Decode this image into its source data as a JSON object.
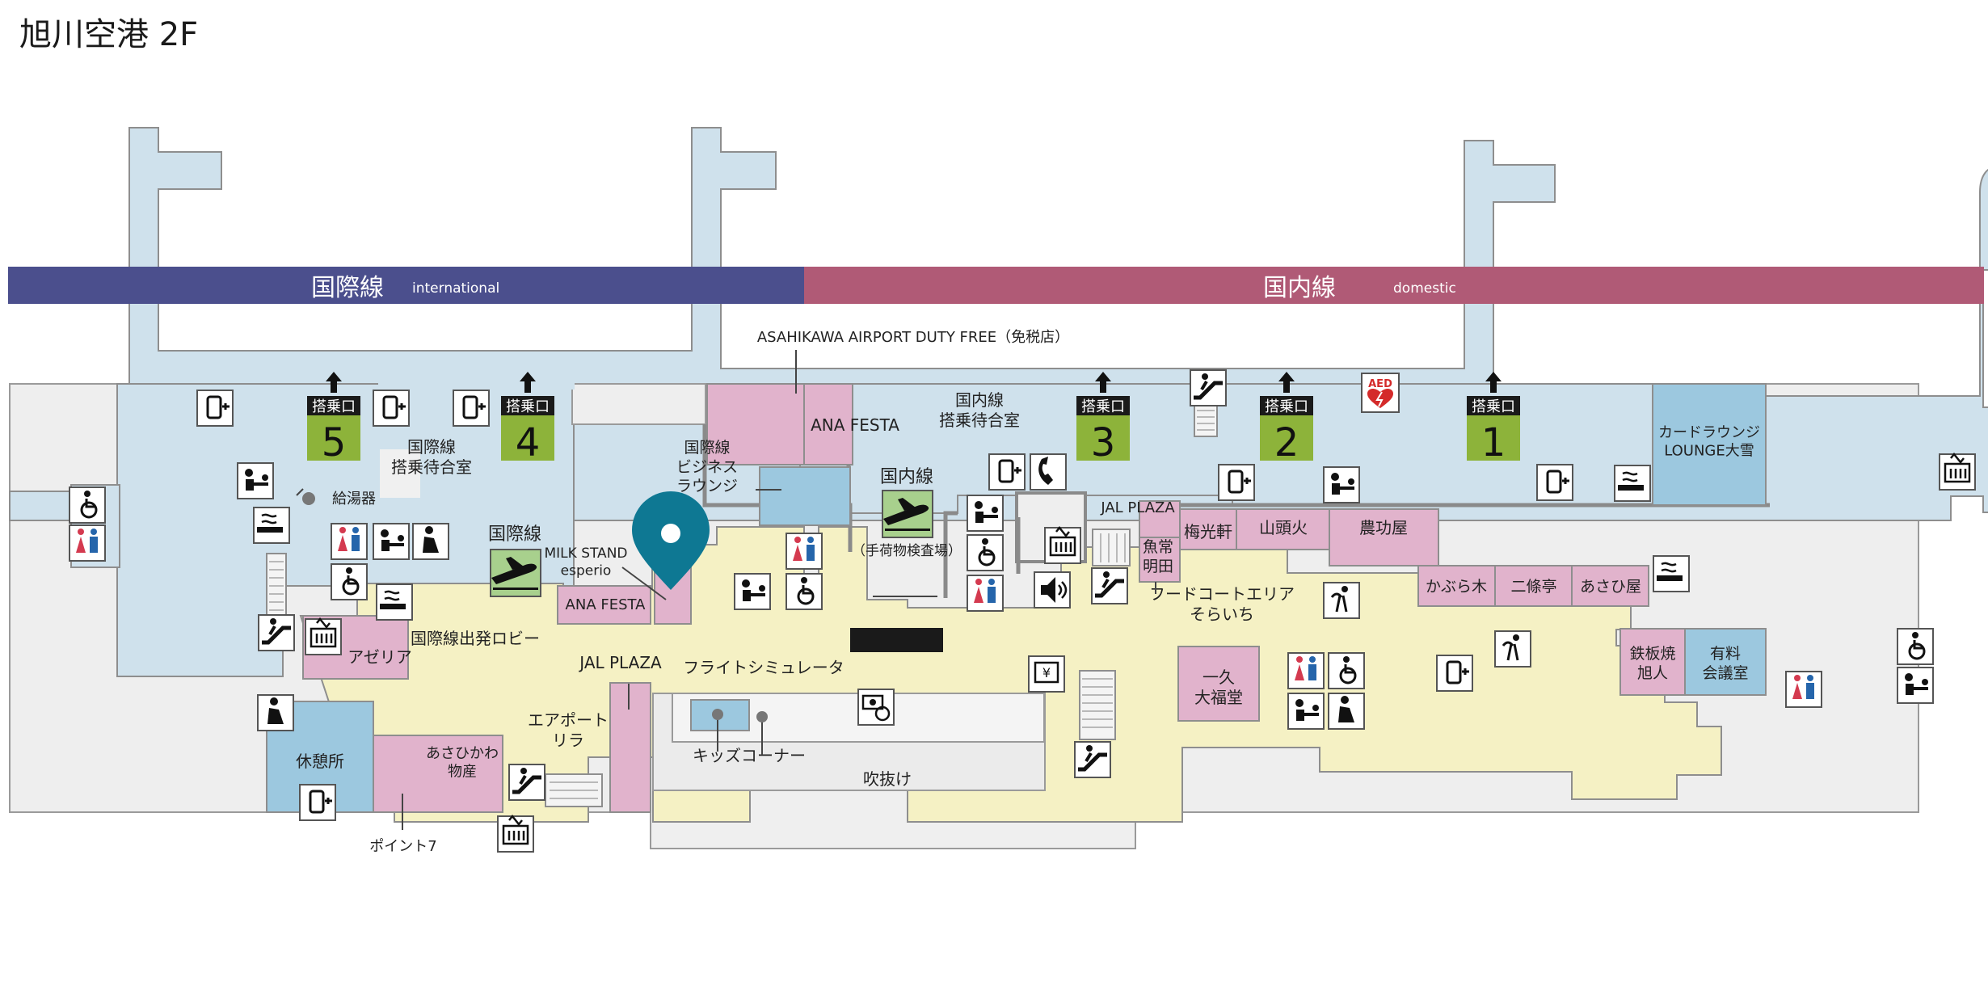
{
  "page_title": "旭川空港 2F",
  "colors": {
    "departure_gate_area": "#cfe1ec",
    "lobby": "#f5f1c4",
    "shop": "#e1b3cc",
    "lounge": "#9cc8df",
    "international_band": "#4b4f8d",
    "domestic_band": "#b05a76",
    "gate_badge": "#8db33a",
    "pin": "#0e7893",
    "outline": "#8e8e8e",
    "other_area": "#ededed"
  },
  "bands": {
    "international": {
      "jp": "国際線",
      "en": "international"
    },
    "domestic": {
      "jp": "国内線",
      "en": "domestic"
    }
  },
  "gates": [
    {
      "header": "搭乗口",
      "number": "5"
    },
    {
      "header": "搭乗口",
      "number": "4"
    },
    {
      "header": "搭乗口",
      "number": "3"
    },
    {
      "header": "搭乗口",
      "number": "2"
    },
    {
      "header": "搭乗口",
      "number": "1"
    }
  ],
  "areas": {
    "intl_waiting": "国際線\n搭乗待合室",
    "dom_waiting": "国内線\n搭乗待合室",
    "duty_free": "ASAHIKAWA AIRPORT DUTY FREE（免税店）",
    "ana_festa_top": "ANA FESTA",
    "intl_business_lounge": "国際線\nビジネス\nラウンジ",
    "card_lounge": "カードラウンジ\nLOUNGE大雪",
    "hot_water": "給湯器",
    "intl_security": "国際線",
    "dom_security": "国内線",
    "dom_security_note": "（手荷物検査場）",
    "milk_stand": "MILK STAND\nesperio",
    "ana_festa_bottom": "ANA FESTA",
    "intl_departure_lobby": "国際線出発ロビー",
    "departure_lobby": "出発ロビー",
    "azalea": "アゼリア",
    "jal_plaza_left": "JAL PLAZA",
    "flight_simulator": "フライトシミュレータ",
    "airport_lila": "エアポート\nリラ",
    "kids_corner": "キッズコーナー",
    "atrium": "吹抜け",
    "rest_area": "休憩所",
    "asahikawa_bussan": "あさひかわ\n物産",
    "point7": "ポイント7",
    "jal_plaza_right": "JAL PLAZA",
    "uoiro_meida": "魚常\n明田",
    "baikoken": "梅光軒",
    "santouka": "山頭火",
    "noukouya": "農功屋",
    "food_court": "フードコートエリア\nそらいち",
    "kaburagi": "かぶら木",
    "nijoutei": "二條亭",
    "asahiya": "あさひ屋",
    "ikkyu": "一久\n大福堂",
    "teppanyaki": "鉄板焼\n旭人",
    "meeting_room": "有料\n会議室"
  },
  "icons": [
    "smartphone-charging-icon",
    "elevator-icon",
    "escalator-icon",
    "restroom-icon",
    "accessible-restroom-icon",
    "baby-care-icon",
    "smoking-area-icon",
    "prayer-room-icon",
    "phone-icon",
    "aed-icon",
    "drinking-fountain-icon",
    "atm-icon",
    "currency-exchange-icon",
    "announcement-icon",
    "location-pin-icon"
  ]
}
